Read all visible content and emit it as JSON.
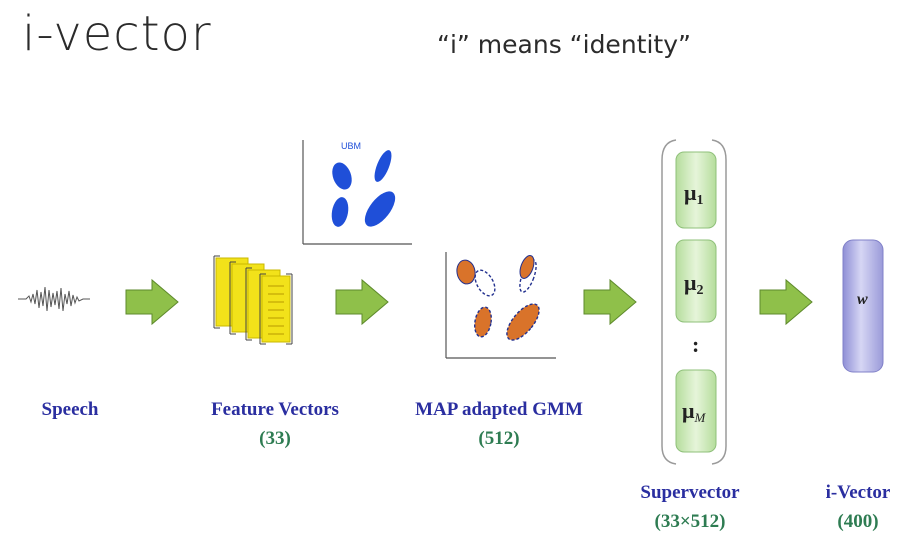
{
  "slide": {
    "title": "i-vector",
    "subtitle": "“i” means “identity”"
  },
  "diagram": {
    "ubm_label": "UBM",
    "stages": [
      {
        "label": "Speech",
        "value": ""
      },
      {
        "label": "Feature Vectors",
        "value": "(33)"
      },
      {
        "label": "MAP adapted GMM",
        "value": "(512)"
      },
      {
        "label": "Supervector",
        "value": "(33×512)"
      },
      {
        "label": "i-Vector",
        "value": "(400)"
      }
    ],
    "supervector_entries": [
      {
        "base": "μ",
        "sub": "1"
      },
      {
        "base": "μ",
        "sub": "2"
      },
      {
        "base": ":",
        "sub": ""
      },
      {
        "base": "μ",
        "sub": "M"
      }
    ],
    "ivector_symbol": "w",
    "colors": {
      "arrow": "#8fc04a",
      "label": "#2a2ea0",
      "value": "#2e7c52",
      "ubm_blob": "#1f4fd8",
      "gmm_blob": "#d9732a",
      "feature_sheet": "#f2e21a",
      "supervector_cell": "#cde9b8",
      "ivector_fill": "#b7b7e6"
    }
  }
}
